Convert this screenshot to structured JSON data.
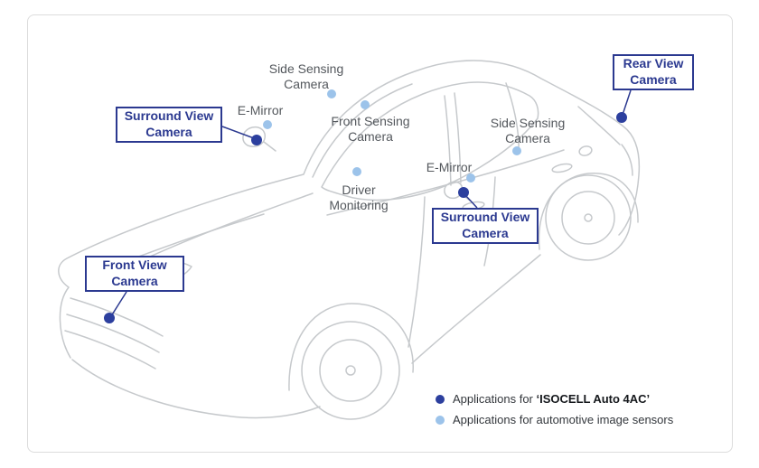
{
  "colors": {
    "accent_navy": "#2b3990",
    "dot_dark": "#2c3f9e",
    "dot_light": "#9cc3ea",
    "label_gray": "#54585d",
    "car_line": "#c6c9cc"
  },
  "boxed_labels": [
    {
      "name": "surround-view-camera-left",
      "text": "Surround View\nCamera"
    },
    {
      "name": "rear-view-camera",
      "text": "Rear View\nCamera"
    },
    {
      "name": "surround-view-camera-right",
      "text": "Surround View\nCamera"
    },
    {
      "name": "front-view-camera",
      "text": "Front View\nCamera"
    }
  ],
  "plain_labels": [
    {
      "name": "side-sensing-camera-top",
      "text": "Side Sensing\nCamera"
    },
    {
      "name": "e-mirror-left",
      "text": "E-Mirror"
    },
    {
      "name": "front-sensing-camera",
      "text": "Front Sensing\nCamera"
    },
    {
      "name": "driver-monitoring",
      "text": "Driver\nMonitoring"
    },
    {
      "name": "e-mirror-right",
      "text": "E-Mirror"
    },
    {
      "name": "side-sensing-camera-right",
      "text": "Side Sensing\nCamera"
    }
  ],
  "legend": {
    "items": [
      {
        "dot": "dark",
        "prefix": "Applications for ",
        "bold": "‘ISOCELL Auto 4AC’"
      },
      {
        "dot": "light",
        "prefix": "Applications for automotive image sensors",
        "bold": ""
      }
    ]
  }
}
